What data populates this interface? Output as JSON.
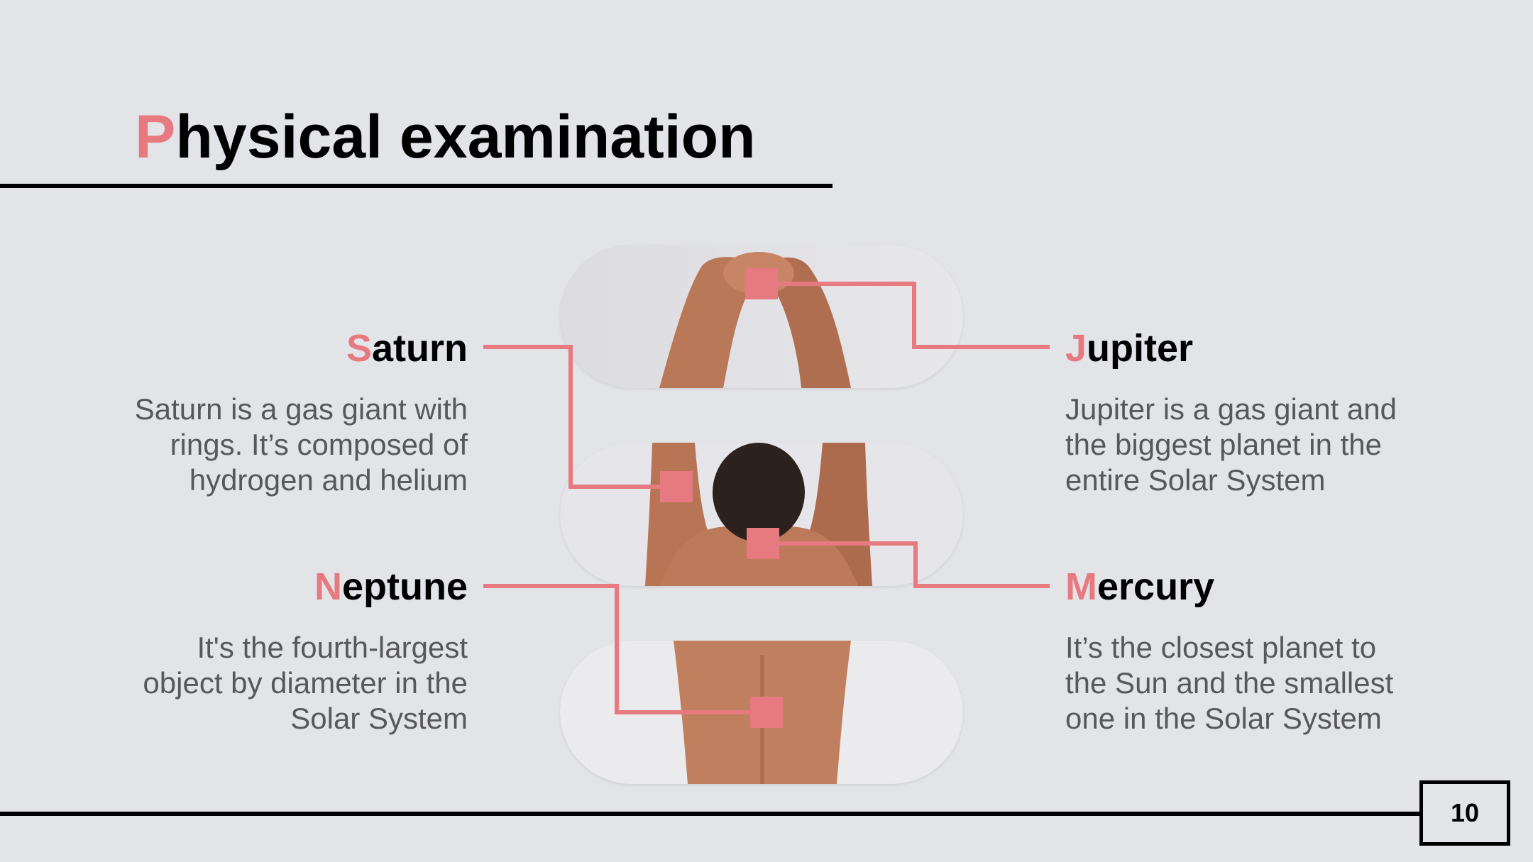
{
  "title": {
    "first_letter": "P",
    "rest": "hysical examination"
  },
  "page_number": "10",
  "items": [
    {
      "first_letter": "S",
      "rest": "aturn",
      "lines": [
        "Saturn is a gas giant with",
        "rings. It’s composed of",
        "hydrogen and helium"
      ]
    },
    {
      "first_letter": "J",
      "rest": "upiter",
      "lines": [
        "Jupiter is a gas giant and",
        "the biggest planet in the",
        "entire Solar System"
      ]
    },
    {
      "first_letter": "N",
      "rest": "eptune",
      "lines": [
        "It's the fourth-largest",
        "object by diameter in the",
        "Solar System"
      ]
    },
    {
      "first_letter": "M",
      "rest": "ercury",
      "lines": [
        "It’s the closest planet to",
        "the Sun and the smallest",
        "one in the Solar System"
      ]
    }
  ],
  "colors": {
    "accent": "#e67a80",
    "background": "#e3e4e8",
    "text_dark": "#000000",
    "text_body": "#585858"
  }
}
